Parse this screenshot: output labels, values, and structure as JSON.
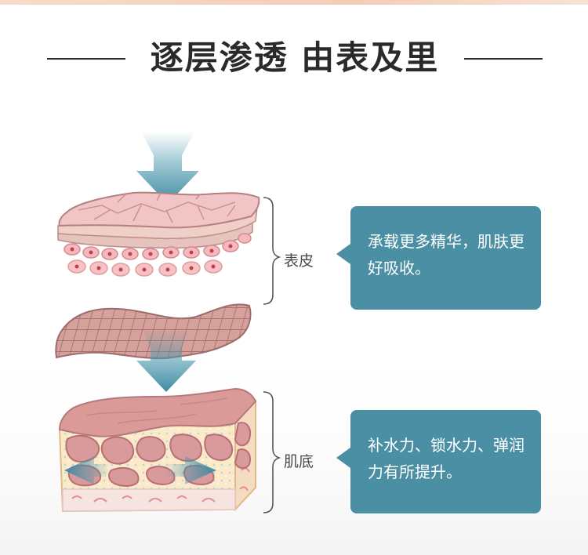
{
  "title": "逐层渗透 由表及里",
  "layers": [
    {
      "label": "表皮",
      "description": "承载更多精华，肌肤更好吸收。"
    },
    {
      "label": "肌底",
      "description": "补水力、锁水力、弹润力有所提升。"
    }
  ],
  "colors": {
    "accent": "#4a8fa3",
    "arrow": "#4a97ad",
    "skin_pink": "#e9aeae",
    "skin_dark": "#b97f7f",
    "cream": "#fbe9c8",
    "title_text": "#2a2a2a"
  },
  "icons": [
    "down-arrow-icon",
    "horizontal-double-arrow-icon",
    "brace-icon"
  ]
}
